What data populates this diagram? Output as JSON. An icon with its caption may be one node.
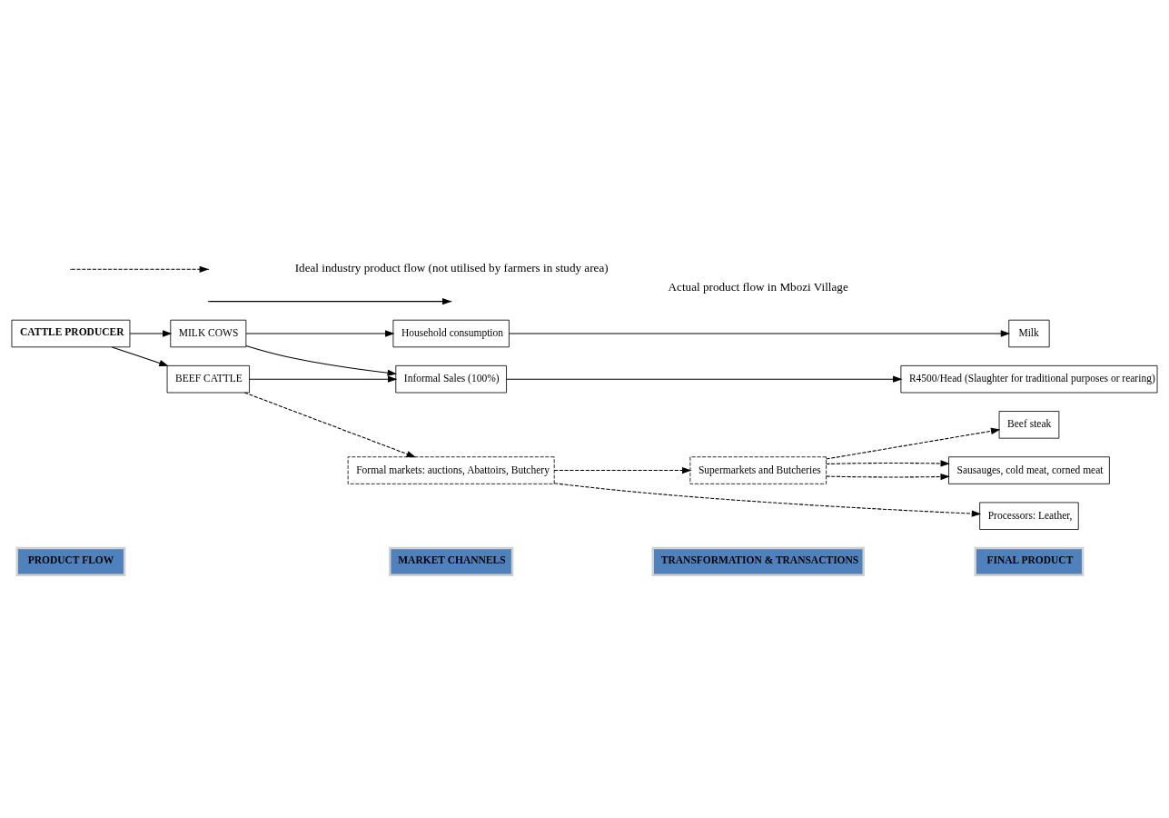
{
  "diagram": {
    "nodes": [
      {
        "text": [
          "PRODUCT FLOW"
        ]
      },
      {
        "text": [
          "MARKET CHANNELS"
        ]
      },
      {
        "text": [
          "TRANSFORMATION & TRANSACTIONS"
        ]
      },
      {
        "text": [
          "FINAL PRODUCT"
        ]
      },
      {
        "text": [
          "MILK COWS"
        ]
      },
      {
        "text": [
          "Household consumption"
        ]
      },
      {
        "text": [
          "Milk"
        ]
      },
      {
        "text": [
          "R4500/Head (Slaughter for traditional purposes or rearing)"
        ]
      },
      {
        "text": [
          "CATTLE PRODUCER"
        ]
      },
      {
        "text": [
          "Informal Sales (100%)"
        ]
      },
      {
        "text": [
          "Beef steak"
        ]
      },
      {
        "text": [
          "BEEF CATTLE"
        ]
      },
      {
        "text": [
          "Formal markets: auctions, Abattoirs, Butchery"
        ]
      },
      {
        "text": [
          "Supermarkets and Butcheries"
        ]
      },
      {
        "text": [
          "Sausauges, cold meat, corned meat"
        ]
      },
      {
        "text": [
          "Processors: Leather,"
        ]
      }
    ],
    "edges": [
      {
        "from": 8,
        "to": 4,
        "arrow": "to"
      },
      {
        "from": 8,
        "to": 11,
        "arrow": "to"
      },
      {
        "from": 4,
        "to": 5,
        "arrow": "to"
      },
      {
        "from": 4,
        "to": 9,
        "arrow": "to"
      },
      {
        "from": 11,
        "to": 9,
        "arrow": "to"
      },
      {
        "from": 5,
        "to": 6,
        "arrow": "to"
      },
      {
        "from": 9,
        "to": 7,
        "arrow": "to"
      },
      {
        "from": 11,
        "to": 12,
        "arrow": "to",
        "style": "dashed"
      },
      {
        "from": 12,
        "to": 13,
        "arrow": "to",
        "style": "dashed"
      },
      {
        "from": 13,
        "to": 10,
        "arrow": "to",
        "style": "dashed"
      },
      {
        "from": 13,
        "to": 14,
        "arrow": "to",
        "style": "dashed"
      },
      {
        "from": 13,
        "to": 14,
        "arrow": "to",
        "style": "dashed"
      },
      {
        "from": 12,
        "to": 15,
        "arrow": "to",
        "style": "dashed"
      }
    ],
    "legend": [
      {
        "text": "Actual product flow in Mbozi Village"
      },
      {
        "text": "Ideal industry product flow (not utilised by farmers in study area)"
      }
    ]
  }
}
